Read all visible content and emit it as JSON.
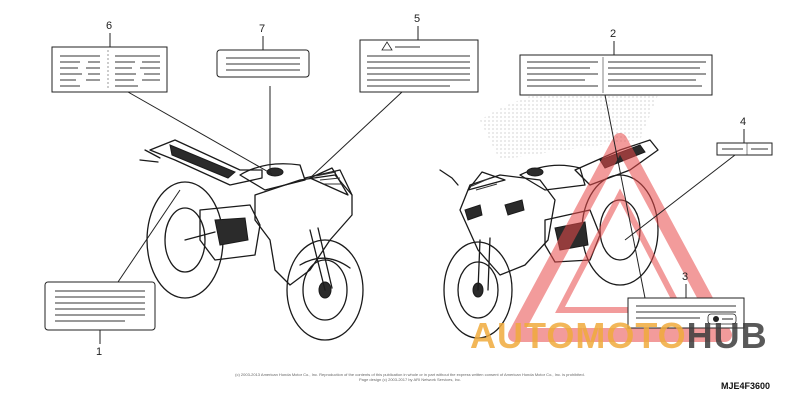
{
  "callouts": [
    "1",
    "2",
    "3",
    "4",
    "5",
    "6",
    "7"
  ],
  "part_code": "MJE4F3600",
  "copyright": {
    "line1": "(c) 2003-2013 American Honda Motor Co., Inc. Reproduction of the contents of this publication in whole or in part without the express written consent of American Honda Motor Co., Inc. is prohibited.",
    "line2": "Page design (c) 2003-2017 by ARI Network Services, Inc."
  },
  "watermark": {
    "part1": "AUTOMOTO",
    "part2": "HUB",
    "color_primary": "#e84a4a",
    "color_secondary": "#f0aa3c"
  }
}
